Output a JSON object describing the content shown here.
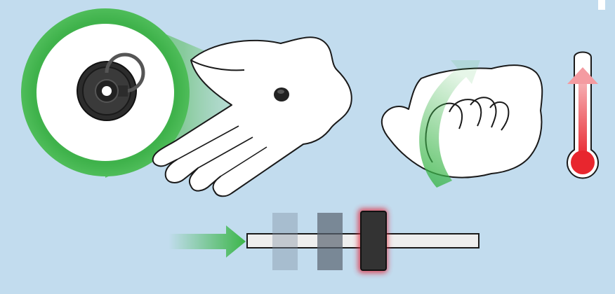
{
  "diagram": {
    "background": "#c2dcee",
    "accent_green": "#3cb64a",
    "heat_red": "#e8262e",
    "panels": [
      {
        "name": "magnified-puck",
        "icon": "magnifier-callout"
      },
      {
        "name": "hand-with-puck",
        "icon": "open-hand"
      },
      {
        "name": "closed-fist-warming",
        "icon": "fist-with-curved-arrow"
      },
      {
        "name": "thermometer",
        "icon": "thermometer-rising"
      },
      {
        "name": "slider-track",
        "icon": "slider-with-moving-handle"
      }
    ]
  }
}
